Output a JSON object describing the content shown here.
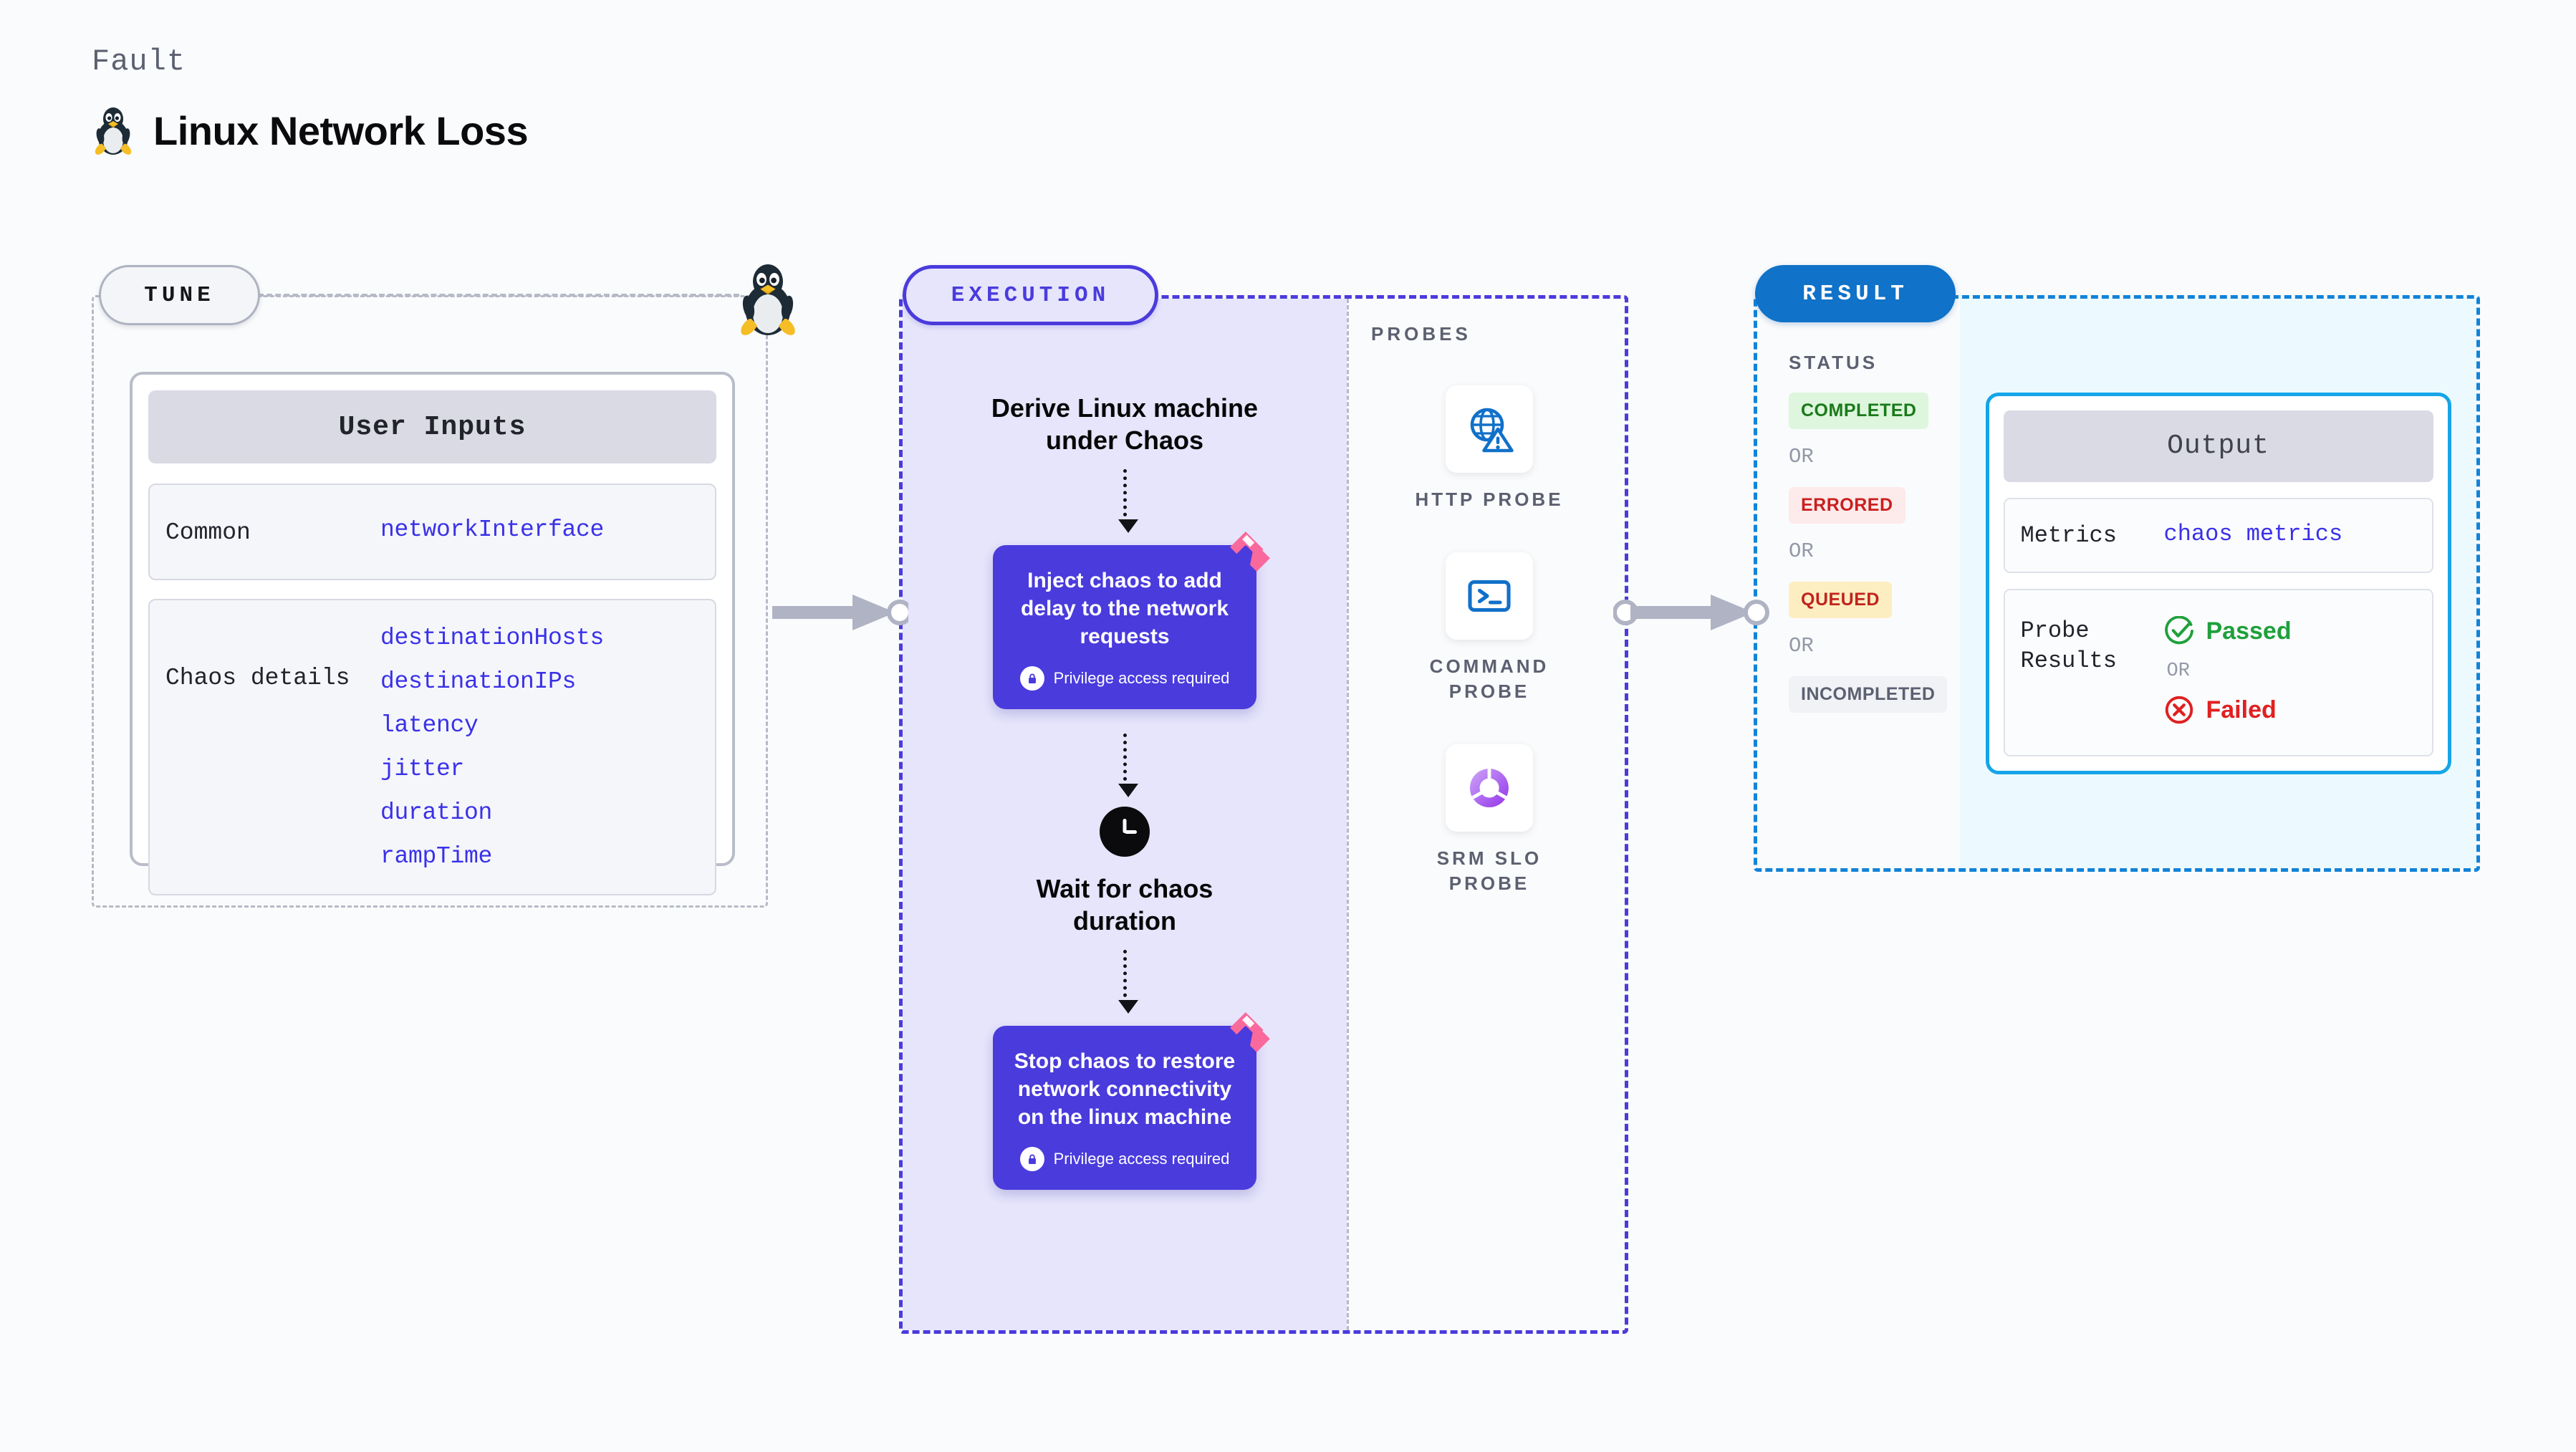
{
  "header": {
    "kicker": "Fault",
    "title": "Linux Network Loss",
    "icon": "linux-tux-icon"
  },
  "tune": {
    "badge": "TUNE",
    "card_title": "User Inputs",
    "groups": [
      {
        "label": "Common",
        "values": [
          "networkInterface"
        ]
      },
      {
        "label": "Chaos details",
        "values": [
          "destinationHosts",
          "destinationIPs",
          "latency",
          "jitter",
          "duration",
          "rampTime"
        ]
      }
    ]
  },
  "execution": {
    "badge": "EXECUTION",
    "steps": [
      {
        "type": "title",
        "text": "Derive Linux machine under Chaos"
      },
      {
        "type": "card",
        "text": "Inject chaos to add delay to the network requests",
        "privilege": "Privilege access required",
        "badge_icon": "harness-logo-icon"
      },
      {
        "type": "clock",
        "text": "Wait for chaos duration",
        "icon": "clock-icon"
      },
      {
        "type": "card",
        "text": "Stop chaos to restore network connectivity on the linux machine",
        "privilege": "Privilege access required",
        "badge_icon": "harness-logo-icon"
      }
    ]
  },
  "probes": {
    "label": "PROBES",
    "items": [
      {
        "caption": "HTTP PROBE",
        "icon": "globe-warning-icon"
      },
      {
        "caption": "COMMAND PROBE",
        "icon": "terminal-icon"
      },
      {
        "caption": "SRM SLO PROBE",
        "icon": "srm-slo-icon"
      }
    ]
  },
  "result": {
    "badge": "RESULT",
    "status_label": "STATUS",
    "or_label": "OR",
    "statuses": [
      {
        "text": "COMPLETED",
        "fg": "#1a7a1a",
        "bg": "#ddf6dd"
      },
      {
        "text": "ERRORED",
        "fg": "#c91f1f",
        "bg": "#fdeaea"
      },
      {
        "text": "QUEUED",
        "fg": "#c0241e",
        "bg": "#fdeec2"
      },
      {
        "text": "INCOMPLETED",
        "fg": "#5c6070",
        "bg": "#f1f2f6"
      }
    ],
    "output": {
      "title": "Output",
      "metrics_label": "Metrics",
      "metrics_value": "chaos metrics",
      "probe_results_label": "Probe Results",
      "passed": "Passed",
      "failed": "Failed",
      "or_label": "OR"
    }
  },
  "colors": {
    "accent_purple": "#4a3bdd",
    "accent_blue": "#1072c8",
    "accent_cyan": "#16a5e8",
    "harness_pink": "#f9699c",
    "value_blue": "#3a31e8"
  }
}
